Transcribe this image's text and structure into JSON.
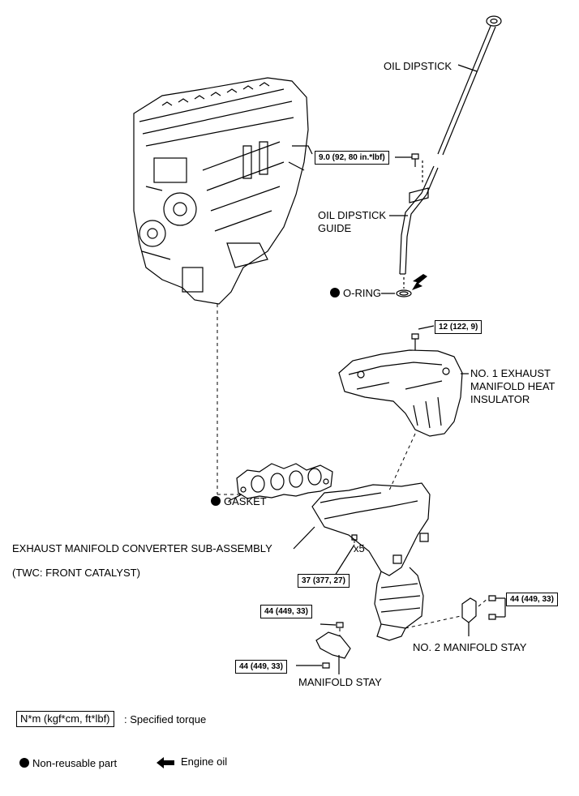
{
  "labels": {
    "oil_dipstick": "OIL DIPSTICK",
    "oil_dipstick_guide_1": "OIL DIPSTICK",
    "oil_dipstick_guide_2": "GUIDE",
    "o_ring": "O-RING",
    "heat_insulator_1": "NO. 1 EXHAUST",
    "heat_insulator_2": "MANIFOLD HEAT",
    "heat_insulator_3": "INSULATOR",
    "gasket": "GASKET",
    "converter": "EXHAUST MANIFOLD CONVERTER SUB-ASSEMBLY",
    "twc": "(TWC: FRONT CATALYST)",
    "x5": "x5",
    "no2_stay": "NO. 2 MANIFOLD STAY",
    "manifold_stay": "MANIFOLD STAY"
  },
  "torques": {
    "dipstick_bolt": "9.0 (92, 80 in.*lbf)",
    "insulator_bolt": "12 (122, 9)",
    "converter_nuts": "37 (377, 27)",
    "no2_stay_bolts": "44 (449, 33)",
    "stay_upper": "44 (449, 33)",
    "stay_lower": "44 (449, 33)"
  },
  "legend": {
    "torque_unit": "N*m (kgf*cm, ft*lbf)",
    "torque_desc": ": Specified torque",
    "non_reusable": "Non-reusable part",
    "engine_oil": "Engine oil"
  },
  "colors": {
    "line": "#000000",
    "background": "#ffffff"
  },
  "icons": [
    "non-reusable-dot-icon",
    "engine-oil-arrow-icon"
  ]
}
